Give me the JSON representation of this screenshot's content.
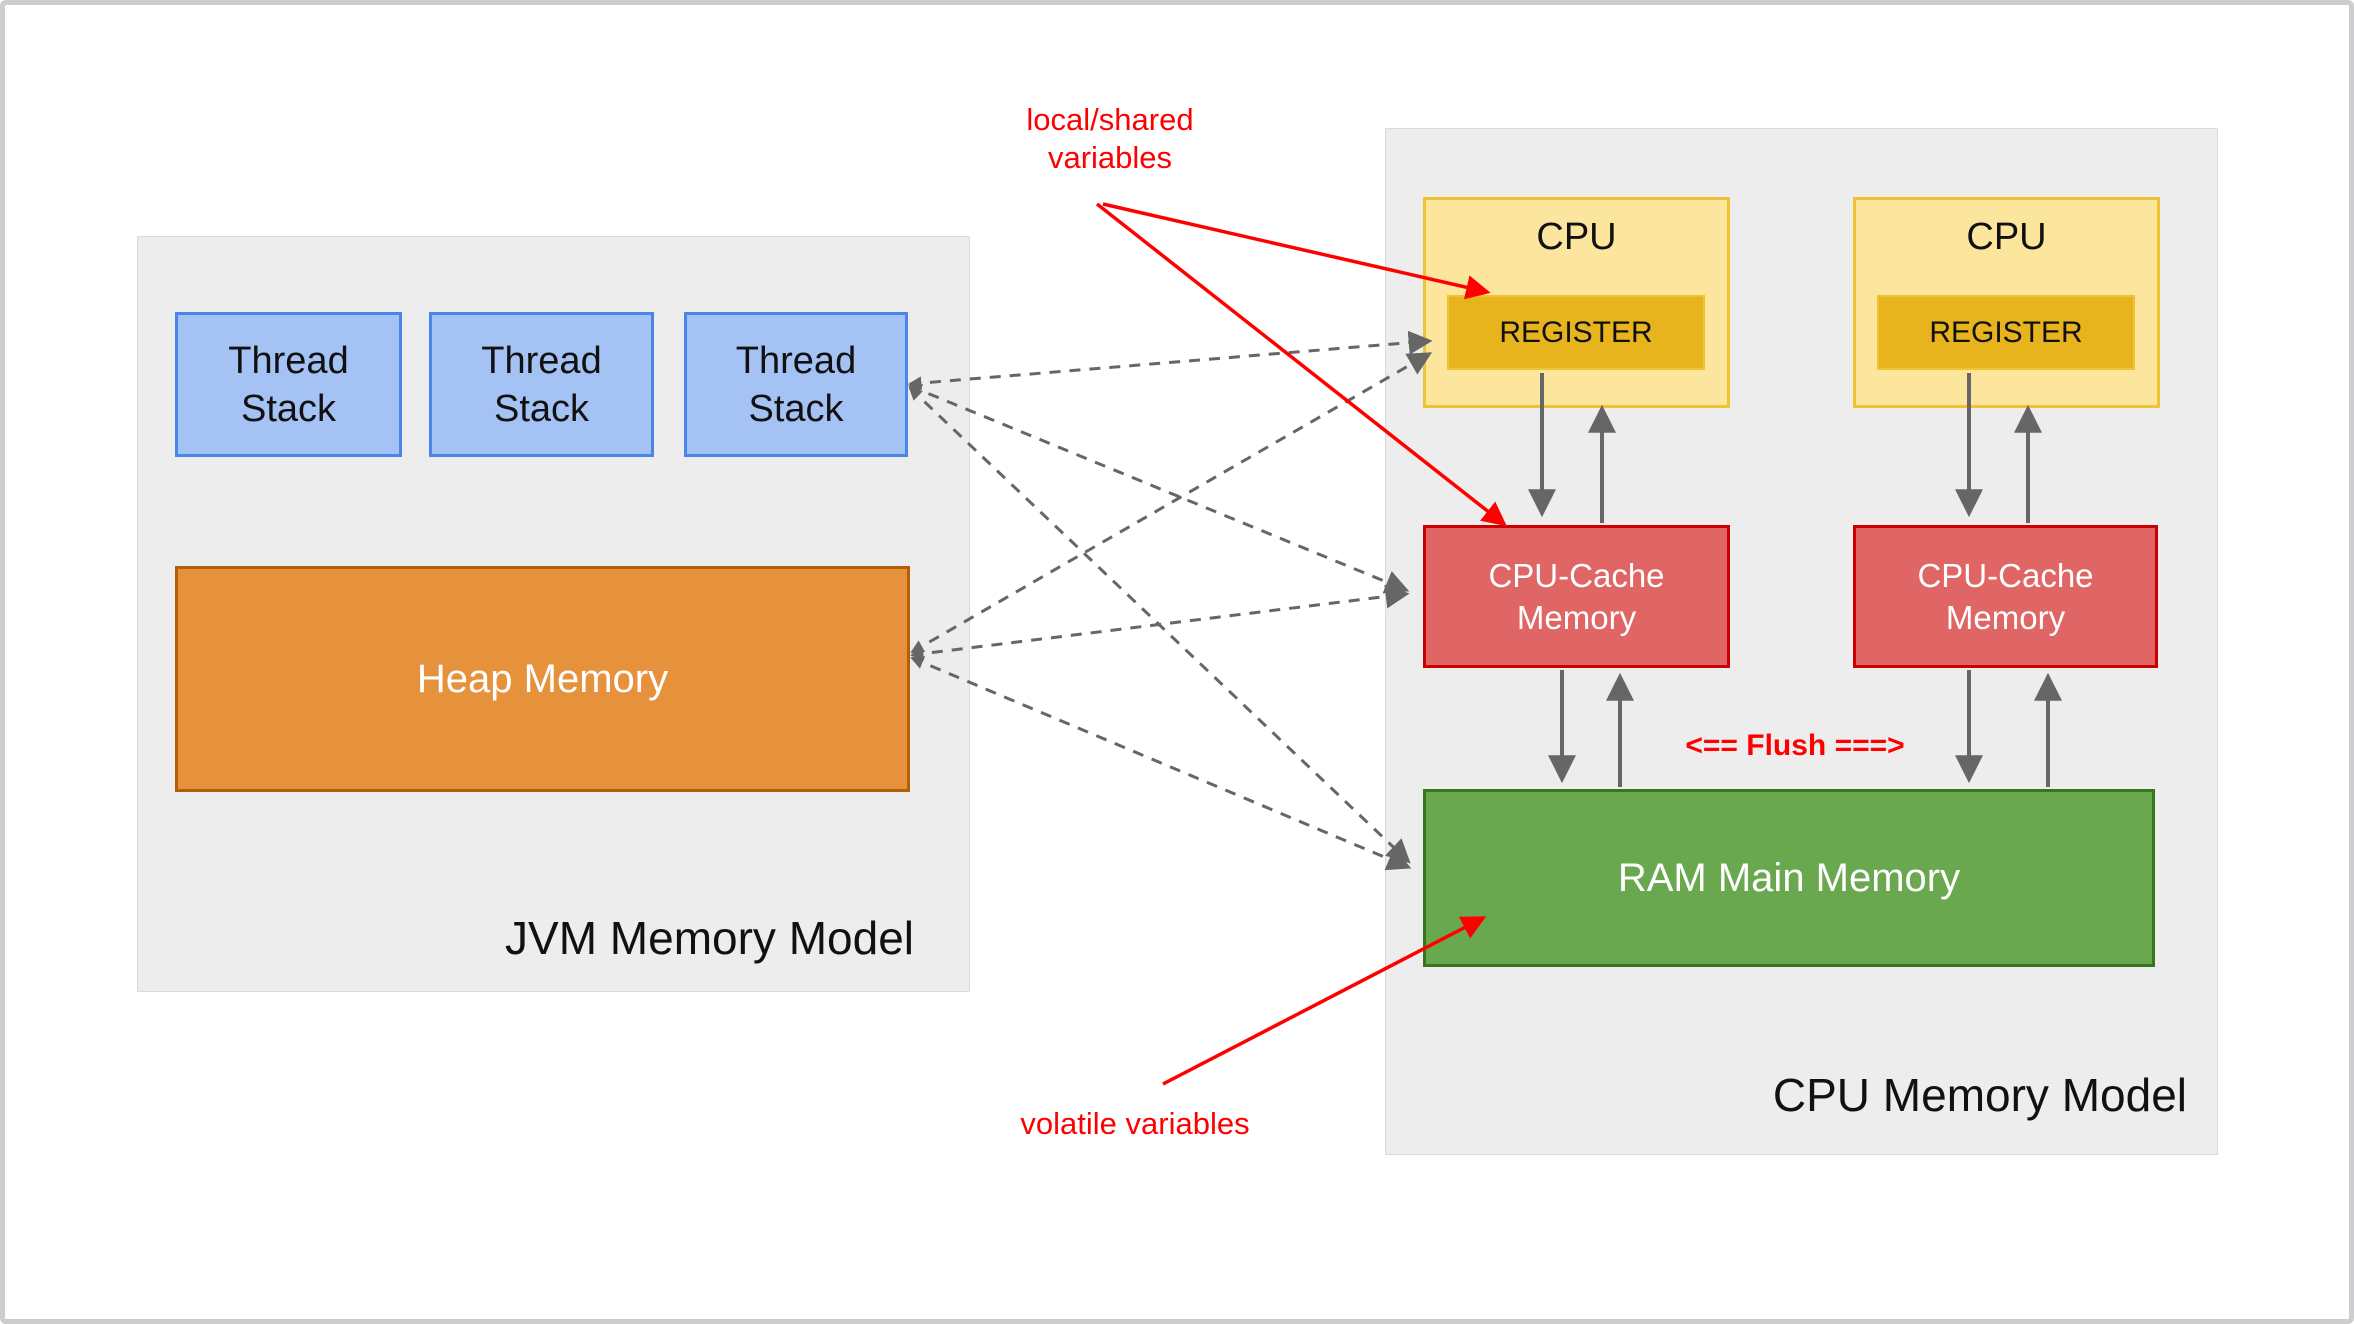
{
  "jvm": {
    "title": "JVM Memory Model",
    "thread_stacks": [
      "Thread Stack",
      "Thread Stack",
      "Thread Stack"
    ],
    "heap_label": "Heap Memory"
  },
  "cpu": {
    "title": "CPU Memory Model",
    "units": [
      {
        "label": "CPU",
        "register_label": "REGISTER",
        "cache_label": "CPU-Cache Memory"
      },
      {
        "label": "CPU",
        "register_label": "REGISTER",
        "cache_label": "CPU-Cache Memory"
      }
    ],
    "ram_label": "RAM Main Memory",
    "flush_label": "<== Flush ===>"
  },
  "annotations": {
    "local_shared": "local/shared variables",
    "volatile": "volatile variables"
  },
  "colors": {
    "thread_fill": "#A4C2F4",
    "thread_border": "#4A86E8",
    "heap_fill": "#E6913C",
    "heap_border": "#B45F06",
    "cpu_fill": "#FCE59D",
    "cpu_border": "#F1C232",
    "register_fill": "#E8B41D",
    "cache_fill": "#E06666",
    "cache_border": "#CC0000",
    "ram_fill": "#6AA84F",
    "ram_border": "#38761D",
    "container_fill": "#EDEDED",
    "arrow_grey": "#666666",
    "annotation_red": "#FF0000"
  }
}
